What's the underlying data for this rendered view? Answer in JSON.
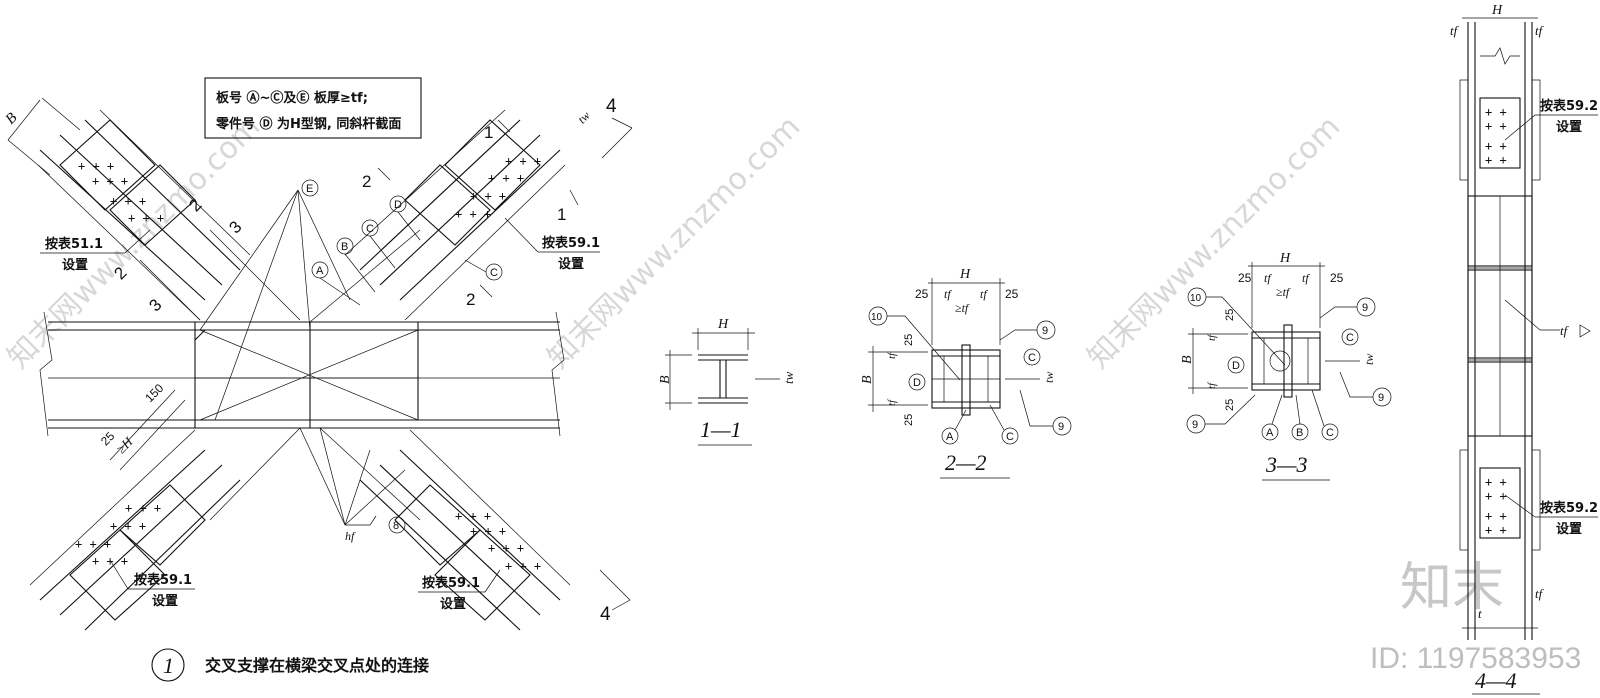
{
  "note": {
    "line1": "板号 Ⓐ~Ⓒ及Ⓔ 板厚≥tf;",
    "line2": "零件号 Ⓓ 为H型钢, 同斜杆截面"
  },
  "refs": {
    "table_51_1": "按表51.1",
    "table_59_1": "按表59.1",
    "table_59_2": "按表59.2",
    "setting": "设置"
  },
  "marks": {
    "A": "A",
    "B": "B",
    "C": "C",
    "D": "D",
    "E": "E",
    "n8": "8",
    "n9": "9",
    "n10": "10"
  },
  "dims": {
    "H": "H",
    "B": "B",
    "tf": "tf",
    "tw": "tw",
    "t": "t",
    "hf": "hf",
    "d25": "25",
    "d150": "150",
    "geH": "≥H",
    "getf": "≥tf",
    "s1": "1",
    "s2": "2",
    "s3": "3",
    "s4": "4"
  },
  "sections": {
    "s11": "1—1",
    "s22": "2—2",
    "s33": "3—3",
    "s44": "4—4"
  },
  "caption": {
    "number": "1",
    "text": "交叉支撑在横梁交叉点处的连接"
  },
  "watermark": {
    "brand": "知末",
    "site": "知末网www.znzmo.com",
    "id": "ID: 1197583953"
  }
}
